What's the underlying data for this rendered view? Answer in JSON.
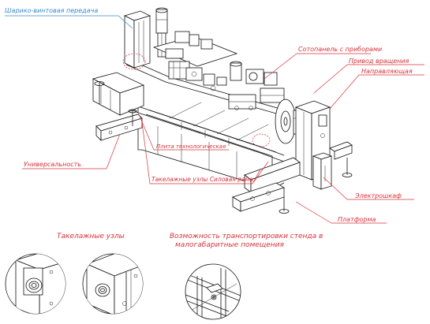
{
  "labels": {
    "ball_screw": "Шарико-винтовая передача",
    "side_panel": "Сотопанель с приборами",
    "rotation_drive": "Привод вращения",
    "guide": "Направляющая",
    "frame_zone": "Плита технологическая",
    "versatility": "Универсальность",
    "rigging_frame": "Такелажные узлы Силовая рама",
    "electric_cabinet": "Электрошкаф",
    "platform": "Платформа"
  },
  "captions": {
    "rigging_nodes": "Такелажные узлы",
    "transport_line1": "Возможность транспортировки стенда в",
    "transport_line2": "малогабаритные помещения"
  },
  "colors": {
    "annotation": "#d8323a",
    "title_annotation": "#3a8ac9",
    "drawing": "#111111"
  }
}
